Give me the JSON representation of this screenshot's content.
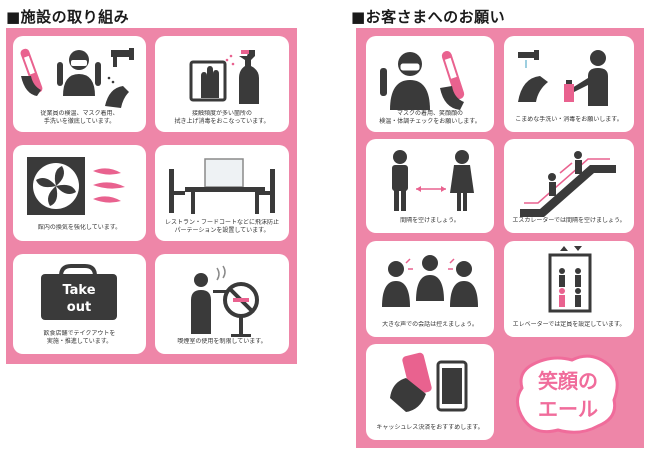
{
  "left_section": {
    "heading": "■施設の取り組み",
    "cards": [
      {
        "lines": [
          "従業員の検温、マスク着用、",
          "手洗いを徹底しています。"
        ],
        "icon": "staff-hygiene-icon"
      },
      {
        "lines": [
          "接触頻度が多い箇所の",
          "拭き上げ消毒をおこなっています。"
        ],
        "icon": "disinfect-spray-icon"
      },
      {
        "lines": [
          "館内の換気を強化しています。"
        ],
        "icon": "ventilation-fan-icon"
      },
      {
        "lines": [
          "レストラン・フードコートなどに飛沫防止",
          "パーテーションを設置しています。"
        ],
        "icon": "partition-table-icon"
      },
      {
        "lines": [
          "飲食店舗でテイクアウトを",
          "実施・推進しています。"
        ],
        "icon": "takeout-bag-icon",
        "bag_text": [
          "Take",
          "out"
        ]
      },
      {
        "lines": [
          "喫煙室の使用を制限しています。"
        ],
        "icon": "no-smoking-icon"
      }
    ]
  },
  "right_section": {
    "heading": "■お客さまへのお願い",
    "cards": [
      {
        "lines": [
          "マスクの着用、笑顔顔の",
          "検温・体調チェックをお願いします。"
        ],
        "icon": "mask-thermometer-icon"
      },
      {
        "lines": [
          "こまめな手洗い・消毒をお願いします。"
        ],
        "icon": "hand-sanitize-icon"
      },
      {
        "lines": [
          "間隔を空けましょう。"
        ],
        "icon": "social-distance-icon"
      },
      {
        "lines": [
          "エスカレーターでは間隔を空けましょう。"
        ],
        "icon": "escalator-icon"
      },
      {
        "lines": [
          "大きな声での会話は控えましょう。"
        ],
        "icon": "quiet-talk-icon"
      },
      {
        "lines": [
          "エレベーターでは定員を設定しています。"
        ],
        "icon": "elevator-icon"
      },
      {
        "lines": [
          "キャッシュレス決済をおすすめします。"
        ],
        "icon": "cashless-phone-icon"
      }
    ],
    "badge": {
      "line1": "笑顔の",
      "line2": "エール"
    }
  },
  "colors": {
    "panel_pink": "#ee86a8",
    "badge_pink": "#f06c9b",
    "icon_dark": "#3a3a3a",
    "accent_pink": "#e9628f"
  }
}
